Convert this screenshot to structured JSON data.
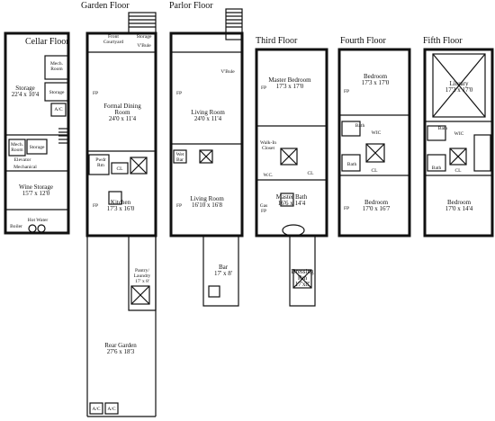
{
  "floors": {
    "cellar": "Cellar Floor",
    "garden": "Garden Floor",
    "parlor": "Parlor Floor",
    "third": "Third Floor",
    "fourth": "Fourth Floor",
    "fifth": "Fifth Floor"
  },
  "cellar": {
    "mech_room": [
      "Mech.",
      "Room"
    ],
    "storage_big": [
      "Storage",
      "22'4 x 10'4"
    ],
    "storage_small": "Storage",
    "ac": "A/C",
    "mech_room_2": [
      "Mech.",
      "Room"
    ],
    "storage_2": "Storage",
    "elevator": "Elevator",
    "mechanical": "Mechanical",
    "wine_storage": [
      "Wine Storage",
      "15'7 x 12'0"
    ],
    "boiler": "Boiler",
    "hot_water": "Hot Water"
  },
  "garden": {
    "front_courtyard": [
      "Front",
      "Courtyard"
    ],
    "storage": "Storage",
    "vbule": "V'Bule",
    "fp": "FP",
    "formal_dining": [
      "Formal Dining",
      "Room",
      "24'0 x 11'4"
    ],
    "pwdr_rm": [
      "Pwdr",
      "Rm"
    ],
    "cl": "CL",
    "kitchen": [
      "Kitchen",
      "17'3 x 16'0"
    ],
    "fp2": "FP",
    "pantry": [
      "Pantry/",
      "Laundry",
      "17' x 8'"
    ],
    "rear_garden": [
      "Rear Garden",
      "27'6 x 18'3"
    ],
    "ac1": "A/C",
    "ac2": "A/C"
  },
  "parlor": {
    "vbule": "V'Bule",
    "fp": "FP",
    "living_room_1": [
      "Living Room",
      "24'0 x 11'4"
    ],
    "wet_bar": [
      "Wet",
      "Bar"
    ],
    "living_room_2": [
      "Living Room",
      "16'10 x 16'8"
    ],
    "fp2": "FP",
    "bar": [
      "Bar",
      "17' x 8'"
    ]
  },
  "third": {
    "master_bedroom": [
      "Master Bedroom",
      "17'3 x 17'0"
    ],
    "fp": "FP",
    "walk_in": [
      "Walk-In",
      "Closet"
    ],
    "wc": "W.C.",
    "cl": "CL",
    "master_bath": [
      "Master Bath",
      "16'6 x 14'4"
    ],
    "gas_fp": [
      "Gas",
      "FP"
    ],
    "dressing": [
      "Dressing",
      "Rm",
      "17'x8'"
    ]
  },
  "fourth": {
    "bedroom_1": [
      "Bedroom",
      "17'3 x 17'0"
    ],
    "fp": "FP",
    "bath": "Bath",
    "wic": "WIC",
    "bath2": "Bath",
    "cl": "CL",
    "bedroom_2": [
      "Bedroom",
      "17'0 x 16'7"
    ],
    "fp2": "FP"
  },
  "fifth": {
    "library": [
      "Library",
      "17'3 x 17'0"
    ],
    "bath": "Bath",
    "wic": "WIC",
    "bath2": "Bath",
    "cl": "CL",
    "bedroom": [
      "Bedroom",
      "17'0 x 14'4"
    ]
  }
}
